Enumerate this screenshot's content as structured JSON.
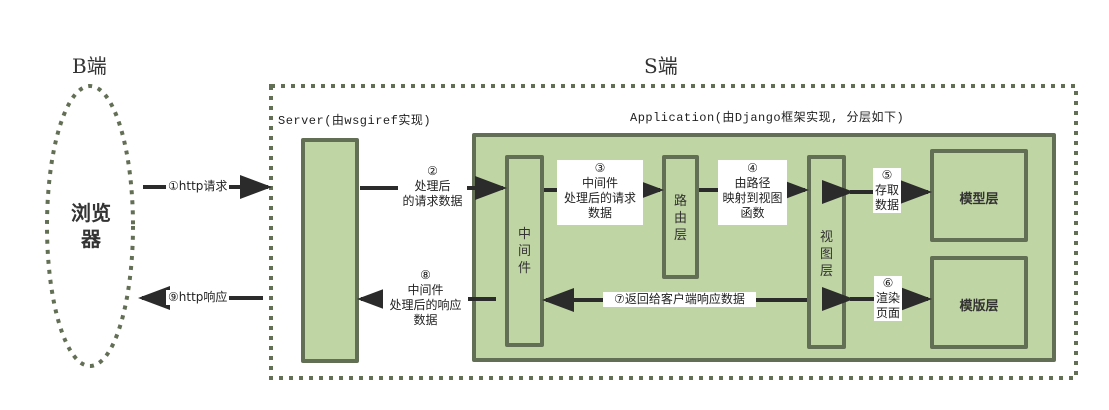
{
  "headings": {
    "b_side": "B端",
    "s_side": "S端"
  },
  "browser": {
    "label_line1": "浏览",
    "label_line2": "器"
  },
  "server": {
    "title": "Server(由wsgiref实现)"
  },
  "application": {
    "title": "Application(由Django框架实现, 分层如下)",
    "middleware": "中间件",
    "routing": "路由层",
    "view": "视图层",
    "model": "模型层",
    "template": "模版层"
  },
  "arrows": {
    "a1": {
      "text": "①http请求"
    },
    "a2": {
      "num": "②",
      "lines": [
        "处理后",
        "的请求数据"
      ]
    },
    "a3": {
      "num": "③",
      "lines": [
        "中间件",
        "处理后的请求",
        "数据"
      ]
    },
    "a4": {
      "num": "④",
      "lines": [
        "由路径",
        "映射到视图",
        "函数"
      ]
    },
    "a5": {
      "num": "⑤",
      "lines": [
        "存取",
        "数据"
      ]
    },
    "a6": {
      "num": "⑥",
      "lines": [
        "渲染",
        "页面"
      ]
    },
    "a7": {
      "text": "⑦返回给客户端响应数据"
    },
    "a8": {
      "num": "⑧",
      "lines": [
        "中间件",
        "处理后的响应",
        "数据"
      ]
    },
    "a9": {
      "text": "⑨http响应"
    }
  },
  "colors": {
    "box_fill": "#c0d5a4",
    "box_border": "#636f55",
    "arrow": "#2b2b2b",
    "dotted": "#636f55"
  }
}
